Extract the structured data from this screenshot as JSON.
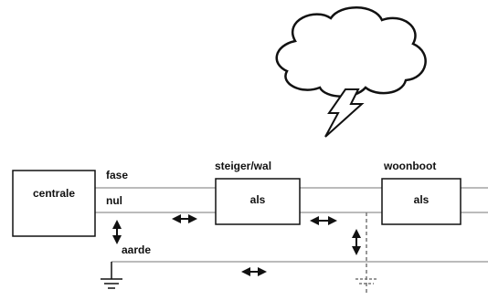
{
  "labels": {
    "centrale": "centrale",
    "fase": "fase",
    "nul": "nul",
    "aarde": "aarde",
    "steiger": "steiger/wal",
    "woonboot": "woonboot",
    "als_steiger": "als",
    "als_woonboot": "als"
  },
  "colors": {
    "line": "#777777",
    "box": "#111111",
    "background": "#ffffff"
  }
}
